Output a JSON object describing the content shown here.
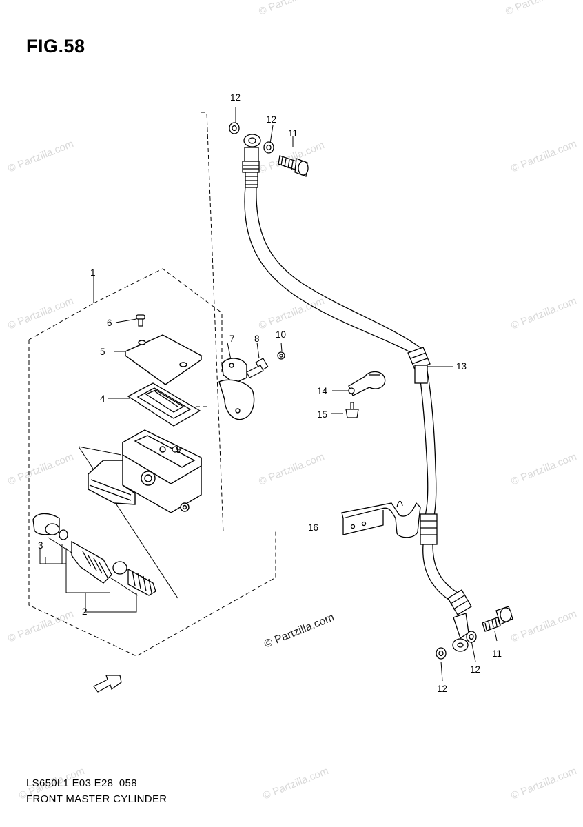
{
  "figure": {
    "title": "FIG.58",
    "code": "LS650L1 E03 E28_058",
    "caption": "FRONT MASTER CYLINDER"
  },
  "watermark": {
    "text": "© Partzilla.com",
    "color": "#d9d9d9"
  },
  "callouts": [
    "1",
    "2",
    "3",
    "4",
    "5",
    "6",
    "7",
    "8",
    "9",
    "10",
    "11",
    "11",
    "12",
    "12",
    "12",
    "12",
    "13",
    "14",
    "15",
    "16"
  ],
  "colors": {
    "line": "#000000",
    "background": "#ffffff"
  }
}
